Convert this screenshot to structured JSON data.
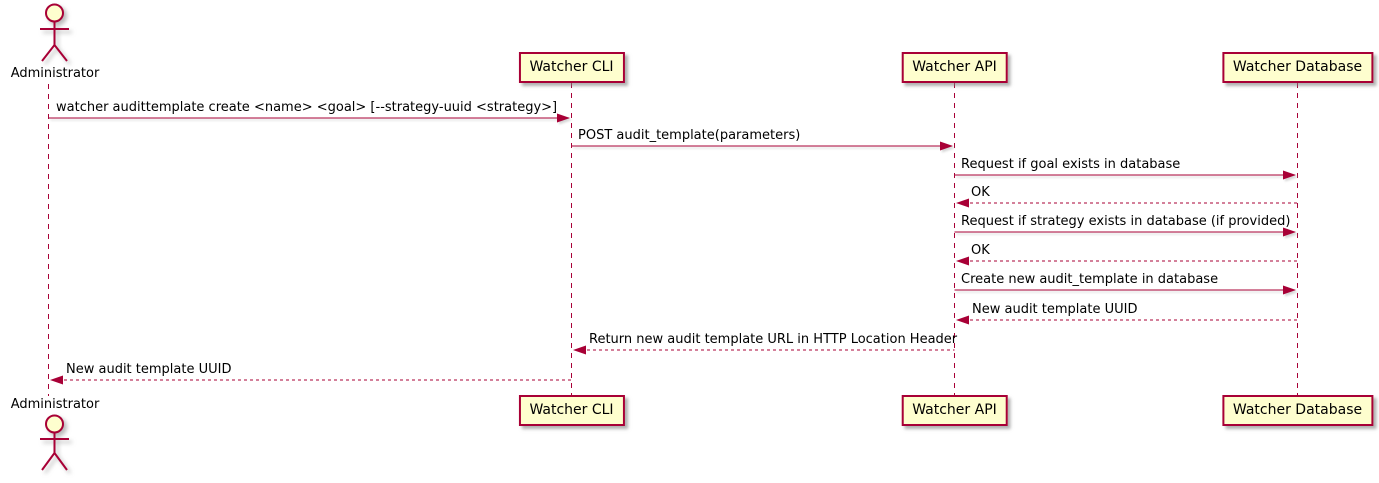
{
  "diagram": {
    "type": "sequence",
    "style": "plantuml-classic"
  },
  "colors": {
    "line": "#a80036",
    "participant_fill": "#fefece",
    "participant_border": "#a80036",
    "text": "#000000",
    "background": "#ffffff"
  },
  "participants": {
    "administrator": {
      "name": "Administrator",
      "kind": "actor"
    },
    "watcher_cli": {
      "name": "Watcher CLI",
      "kind": "participant"
    },
    "watcher_api": {
      "name": "Watcher API",
      "kind": "participant"
    },
    "watcher_database": {
      "name": "Watcher Database",
      "kind": "participant"
    }
  },
  "messages": [
    {
      "from": "Administrator",
      "to": "Watcher CLI",
      "line_style": "solid",
      "label": "watcher audittemplate create <name> <goal> [--strategy-uuid <strategy>]"
    },
    {
      "from": "Watcher CLI",
      "to": "Watcher API",
      "line_style": "solid",
      "label": "POST audit_template(parameters)"
    },
    {
      "from": "Watcher API",
      "to": "Watcher Database",
      "line_style": "solid",
      "label": "Request if goal exists in database"
    },
    {
      "from": "Watcher Database",
      "to": "Watcher API",
      "line_style": "dashed",
      "label": "OK"
    },
    {
      "from": "Watcher API",
      "to": "Watcher Database",
      "line_style": "solid",
      "label": "Request if strategy exists in database (if provided)"
    },
    {
      "from": "Watcher Database",
      "to": "Watcher API",
      "line_style": "dashed",
      "label": "OK"
    },
    {
      "from": "Watcher API",
      "to": "Watcher Database",
      "line_style": "solid",
      "label": "Create new audit_template in database"
    },
    {
      "from": "Watcher Database",
      "to": "Watcher API",
      "line_style": "dashed",
      "label": "New audit template UUID"
    },
    {
      "from": "Watcher API",
      "to": "Watcher CLI",
      "line_style": "dashed",
      "label": "Return new audit template URL in HTTP Location Header"
    },
    {
      "from": "Watcher CLI",
      "to": "Administrator",
      "line_style": "dashed",
      "label": "New audit template UUID"
    }
  ]
}
